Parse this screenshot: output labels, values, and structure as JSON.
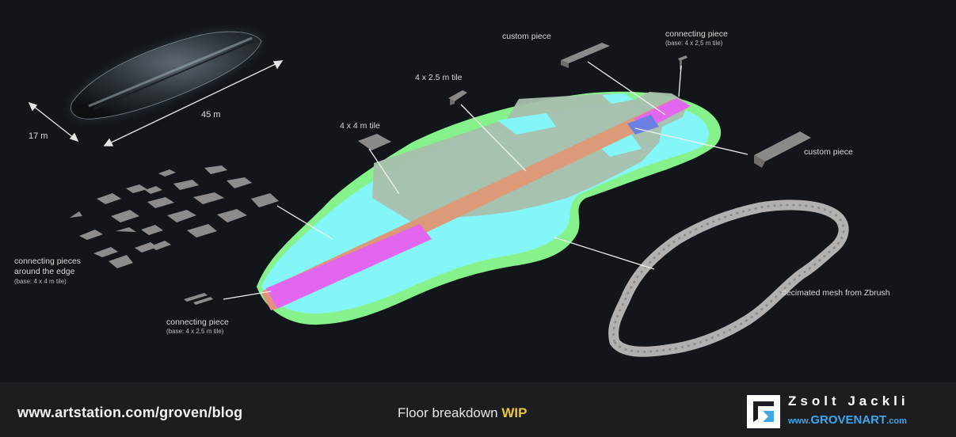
{
  "labels": {
    "custom_piece_top": "custom piece",
    "connecting_piece_top": "connecting piece",
    "connecting_piece_top_sub": "(base: 4 x 2,5 m tile)",
    "tile_4x25": "4 x 2.5 m tile",
    "tile_4x4": "4 x 4 m tile",
    "custom_piece_right": "custom piece",
    "edge_pieces_line1": "connecting pieces",
    "edge_pieces_line2": "around the edge",
    "edge_pieces_sub": "(base: 4 x 4 m tile)",
    "connecting_piece_bottom": "connecting piece",
    "connecting_piece_bottom_sub": "(base: 4 x 2,5 m tile)",
    "decimated_mesh": "decimated mesh from Zbrush",
    "dim_length": "45 m",
    "dim_width": "17 m"
  },
  "colors": {
    "background": "#121519",
    "green_zone": "#86f28c",
    "cyan_zone": "#84f6f7",
    "gray_tiles": "#a9bfac",
    "orange_strip": "#dc9a78",
    "magenta_piece": "#e366ee",
    "blue_piece": "#6b7fe2",
    "pieces_gray": "#8a8a8a",
    "mesh_gray": "#a8a8a8",
    "brand_blue": "#3fa6e8",
    "wip_yellow": "#e9c53c"
  },
  "footer": {
    "blog_url": "www.artstation.com/groven/blog",
    "caption": "Floor breakdown",
    "caption_tag": "WIP",
    "author": "Zsolt Jackli",
    "site_prefix": "www.",
    "site_name": "GROVENART",
    "site_suffix": ".com"
  }
}
